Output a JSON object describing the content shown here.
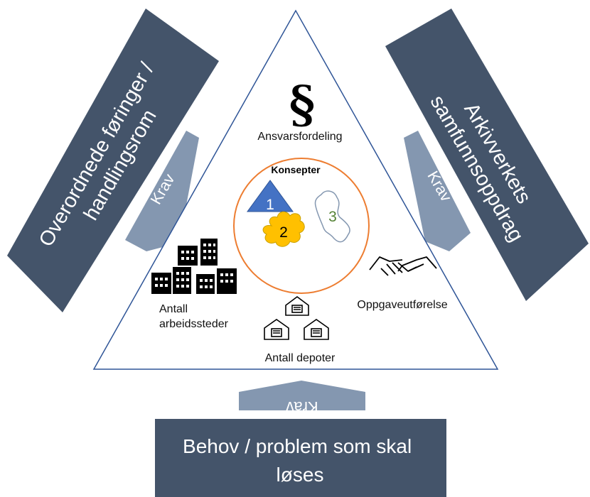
{
  "boxes": {
    "left": "Overordnede føringer /",
    "left_line2": "handlingsrom",
    "right": "Arkivverkets",
    "right_line2": "samfunnsoppdrag",
    "bottom": "Behov / problem som skal",
    "bottom_line2": "løses"
  },
  "arrows": {
    "left_label": "Krav",
    "right_label": "Krav",
    "bottom_label": "Krav"
  },
  "center": {
    "title": "Konsepter",
    "concept_1": "1",
    "concept_2": "2",
    "concept_3": "3"
  },
  "labels": {
    "paragraph_symbol": "§",
    "ansvarsfordeling": "Ansvarsfordeling",
    "antall_arbeidssteder_line1": "Antall",
    "antall_arbeidssteder_line2": "arbeidssteder",
    "antall_depoter": "Antall depoter",
    "oppgaveutforelse": "Oppgaveutførelse"
  },
  "colors": {
    "box_fill": "#44546a",
    "arrow_fill": "#8497b0",
    "triangle_stroke": "#2f5597",
    "circle_stroke": "#ed7d31",
    "concept1_fill": "#4472c4",
    "concept2_fill": "#ffc000",
    "concept3_text": "#548235"
  }
}
